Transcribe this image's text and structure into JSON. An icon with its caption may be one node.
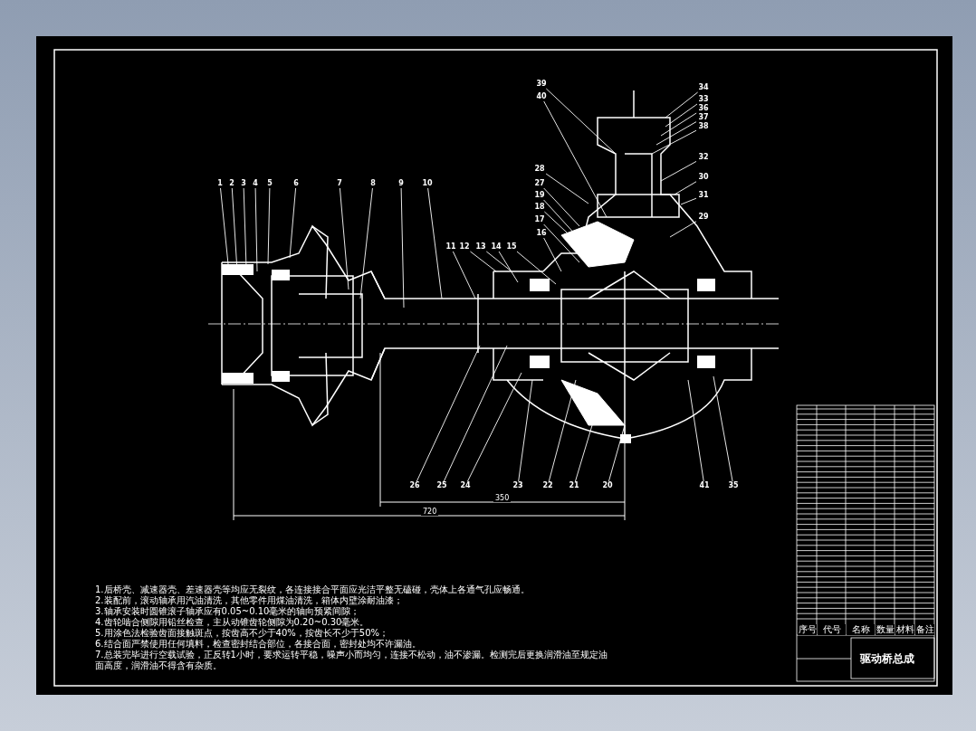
{
  "diagram": {
    "title": "驱动桥总成",
    "nodes": [
      {
        "text": [
          "39"
        ]
      },
      {
        "text": [
          "34"
        ]
      },
      {
        "text": [
          "40"
        ]
      },
      {
        "text": [
          "33"
        ]
      },
      {
        "text": [
          "36"
        ]
      },
      {
        "text": [
          "37"
        ]
      },
      {
        "text": [
          "38"
        ]
      },
      {
        "text": [
          "32"
        ]
      },
      {
        "text": [
          "28"
        ]
      },
      {
        "text": [
          "30"
        ]
      },
      {
        "text": [
          "1"
        ]
      },
      {
        "text": [
          "2"
        ]
      },
      {
        "text": [
          "3"
        ]
      },
      {
        "text": [
          "4"
        ]
      },
      {
        "text": [
          "5"
        ]
      },
      {
        "text": [
          "6"
        ]
      },
      {
        "text": [
          "7"
        ]
      },
      {
        "text": [
          "8"
        ]
      },
      {
        "text": [
          "9"
        ]
      },
      {
        "text": [
          "10"
        ]
      },
      {
        "text": [
          "27"
        ]
      },
      {
        "text": [
          "19"
        ]
      },
      {
        "text": [
          "31"
        ]
      },
      {
        "text": [
          "18"
        ]
      },
      {
        "text": [
          "17"
        ]
      },
      {
        "text": [
          "29"
        ]
      },
      {
        "text": [
          "16"
        ]
      },
      {
        "text": [
          "11"
        ]
      },
      {
        "text": [
          "12"
        ]
      },
      {
        "text": [
          "13"
        ]
      },
      {
        "text": [
          "14"
        ]
      },
      {
        "text": [
          "15"
        ]
      },
      {
        "text": [
          "26"
        ]
      },
      {
        "text": [
          "25"
        ]
      },
      {
        "text": [
          "24"
        ]
      },
      {
        "text": [
          "23"
        ]
      },
      {
        "text": [
          "22"
        ]
      },
      {
        "text": [
          "21"
        ]
      },
      {
        "text": [
          "20"
        ]
      },
      {
        "text": [
          "41"
        ]
      },
      {
        "text": [
          "35"
        ]
      }
    ],
    "edges": [
      {
        "from": 0,
        "to": null,
        "arrow": "none"
      },
      {
        "from": 1,
        "to": null,
        "arrow": "none"
      },
      {
        "from": 2,
        "to": null,
        "arrow": "none"
      },
      {
        "from": 3,
        "to": null,
        "arrow": "none"
      },
      {
        "from": 4,
        "to": null,
        "arrow": "none"
      },
      {
        "from": 5,
        "to": null,
        "arrow": "none"
      },
      {
        "from": 6,
        "to": null,
        "arrow": "none"
      },
      {
        "from": 7,
        "to": null,
        "arrow": "none"
      },
      {
        "from": 8,
        "to": null,
        "arrow": "none"
      },
      {
        "from": 9,
        "to": null,
        "arrow": "none"
      },
      {
        "from": 10,
        "to": null,
        "arrow": "none"
      },
      {
        "from": 11,
        "to": null,
        "arrow": "none"
      },
      {
        "from": 12,
        "to": null,
        "arrow": "none"
      },
      {
        "from": 13,
        "to": null,
        "arrow": "none"
      },
      {
        "from": 14,
        "to": null,
        "arrow": "none"
      },
      {
        "from": 15,
        "to": null,
        "arrow": "none"
      },
      {
        "from": 16,
        "to": null,
        "arrow": "none"
      },
      {
        "from": 17,
        "to": null,
        "arrow": "none"
      },
      {
        "from": 18,
        "to": null,
        "arrow": "none"
      },
      {
        "from": 19,
        "to": null,
        "arrow": "none"
      },
      {
        "from": 20,
        "to": null,
        "arrow": "none"
      },
      {
        "from": 21,
        "to": null,
        "arrow": "none"
      },
      {
        "from": 22,
        "to": null,
        "arrow": "none"
      },
      {
        "from": 23,
        "to": null,
        "arrow": "none"
      },
      {
        "from": 24,
        "to": null,
        "arrow": "none"
      },
      {
        "from": 25,
        "to": null,
        "arrow": "none"
      },
      {
        "from": 26,
        "to": null,
        "arrow": "none"
      },
      {
        "from": 27,
        "to": null,
        "arrow": "none"
      },
      {
        "from": 28,
        "to": null,
        "arrow": "none"
      },
      {
        "from": 29,
        "to": null,
        "arrow": "none"
      },
      {
        "from": 30,
        "to": null,
        "arrow": "none"
      },
      {
        "from": 31,
        "to": null,
        "arrow": "none"
      },
      {
        "from": 32,
        "to": null,
        "arrow": "none"
      },
      {
        "from": 33,
        "to": null,
        "arrow": "none"
      },
      {
        "from": 34,
        "to": null,
        "arrow": "none"
      },
      {
        "from": 35,
        "to": null,
        "arrow": "none"
      },
      {
        "from": 36,
        "to": null,
        "arrow": "none"
      },
      {
        "from": 37,
        "to": null,
        "arrow": "none"
      },
      {
        "from": 38,
        "to": null,
        "arrow": "none"
      },
      {
        "from": 39,
        "to": null,
        "arrow": "none"
      },
      {
        "from": 40,
        "to": null,
        "arrow": "none"
      }
    ],
    "labels": [
      "350",
      "720",
      "1.后桥壳、减速器壳、差速器壳等均应无裂纹，各连接接合平面应光洁平整无磕碰，壳体上各通气孔应畅通。",
      "2.装配前，滚动轴承用汽油清洗，其他零件用煤油清洗，箱体内壁涂耐油漆；",
      "3.轴承安装时圆锥滚子轴承应有0.05~0.10毫米的轴向预紧间隙；",
      "4.齿轮啮合侧隙用铅丝检查，主从动锥齿轮侧隙为0.20~0.30毫米。",
      "5.用涂色法检验齿面接触斑点，按齿高不少于40%，按齿长不少于50%；",
      "6.结合面严禁使用任何填料，检查密封结合部位，各接合面，密封处均不许漏油。",
      "7.总装完毕进行空载试验，正反转1小时，要求运转平稳，噪声小而均匀，连接不松动，油不渗漏。检测完后更换润滑油至规定油面高度，润滑油不得含有杂质。",
      "序号",
      "代号",
      "名称",
      "数量",
      "材料",
      "备注"
    ]
  }
}
